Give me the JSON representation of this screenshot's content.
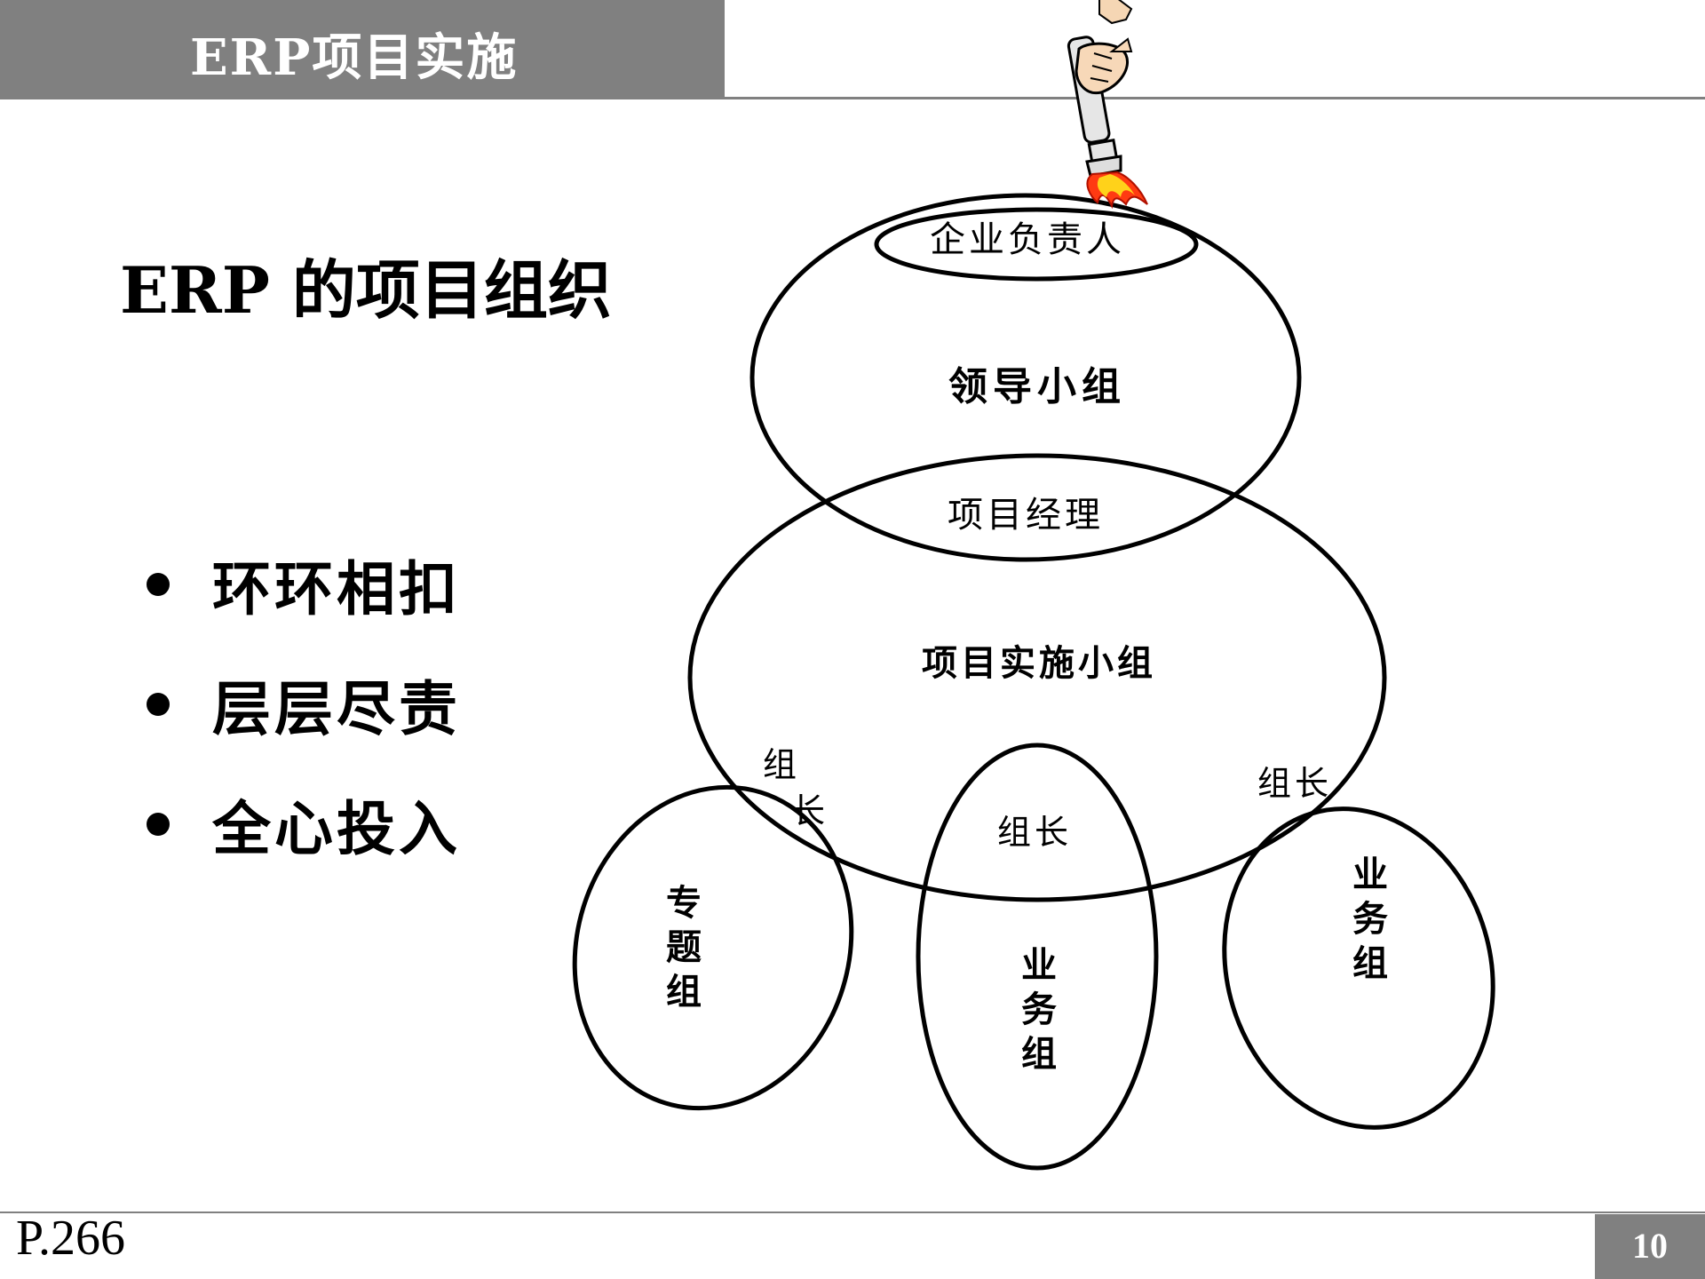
{
  "header": {
    "title": "ERP项目实施"
  },
  "heading": "ERP 的项目组织",
  "bullets": [
    {
      "text": "环环相扣"
    },
    {
      "text": "层层尽责"
    },
    {
      "text": "全心投入"
    }
  ],
  "diagram": {
    "enterprise_leader": "企业负责人",
    "leadership_group": "领导小组",
    "project_manager": "项目经理",
    "implementation_group": "项目实施小组",
    "team_leader_left_line1": "组",
    "team_leader_left_line2": "长",
    "team_leader_center": "组长",
    "team_leader_right": "组长",
    "special_group": [
      "专",
      "题",
      "组"
    ],
    "business_group_center": [
      "业",
      "务",
      "组"
    ],
    "business_group_right": [
      "业",
      "务",
      "组"
    ]
  },
  "footer": {
    "page_ref": "P.266",
    "page_number": "10"
  }
}
